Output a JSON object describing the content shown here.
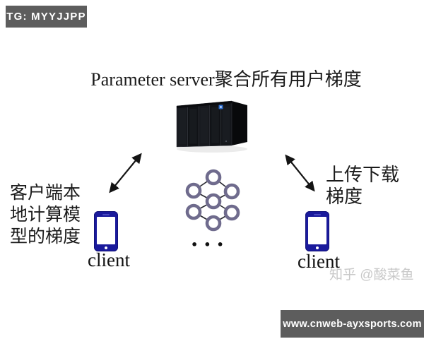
{
  "badge": {
    "label": "TG: MYYJJPP"
  },
  "title": "Parameter server聚合所有用户梯度",
  "diagram": {
    "left_note": "客户端本\n地计算模\n型的梯度",
    "right_note": "上传下载\n梯度",
    "left_client_label": "client",
    "right_client_label": "client",
    "ellipsis": "•••",
    "icons": {
      "server": "server-rack-image",
      "left_phone": "smartphone-icon",
      "right_phone": "smartphone-icon",
      "network": "graph-network-icon",
      "left_arrow": "double-headed-arrow-icon",
      "right_arrow": "double-headed-arrow-icon"
    }
  },
  "watermark": "知乎 @酸菜鱼",
  "footer": {
    "url": "www.cnweb-ayxsports.com"
  },
  "colors": {
    "phone_navy": "#1a1a9c",
    "node_ring": "#6f6b8d",
    "bar_gray": "#5d5d5d",
    "watermark_gray": "#c9c9c9",
    "arrow_black": "#141414"
  }
}
